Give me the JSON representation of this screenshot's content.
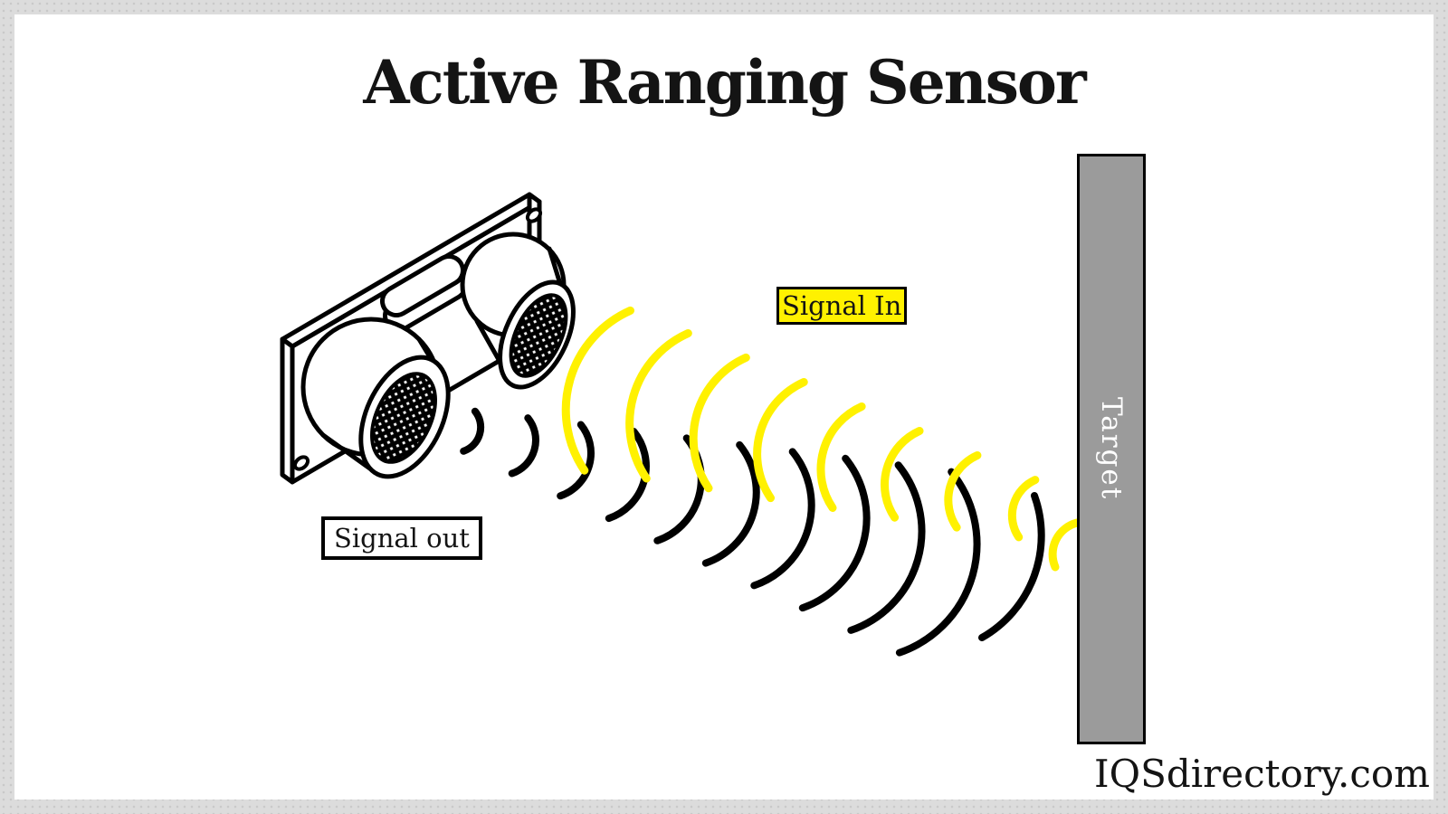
{
  "title": "Active Ranging Sensor",
  "watermark": "IQSdirectory.com",
  "labels": {
    "signal_in": "Signal In",
    "signal_out": "Signal out",
    "target": "Target"
  },
  "waves": {
    "outgoing_arc_count": 11,
    "incoming_arc_count": 9
  },
  "colors": {
    "signal_in_highlight": "#FFF100",
    "wave_in": "#FFF100",
    "wave_out": "#000000",
    "outline": "#000000",
    "target_fill": "#9B9B9B",
    "target_text_color": "#FFFFFF",
    "label_background": "#FFFFFF",
    "text_color": "#141414",
    "canvas_background": "#FFFFFF",
    "frame_background": "#DCDCDC",
    "frame_dot": "#C9C9C9"
  }
}
